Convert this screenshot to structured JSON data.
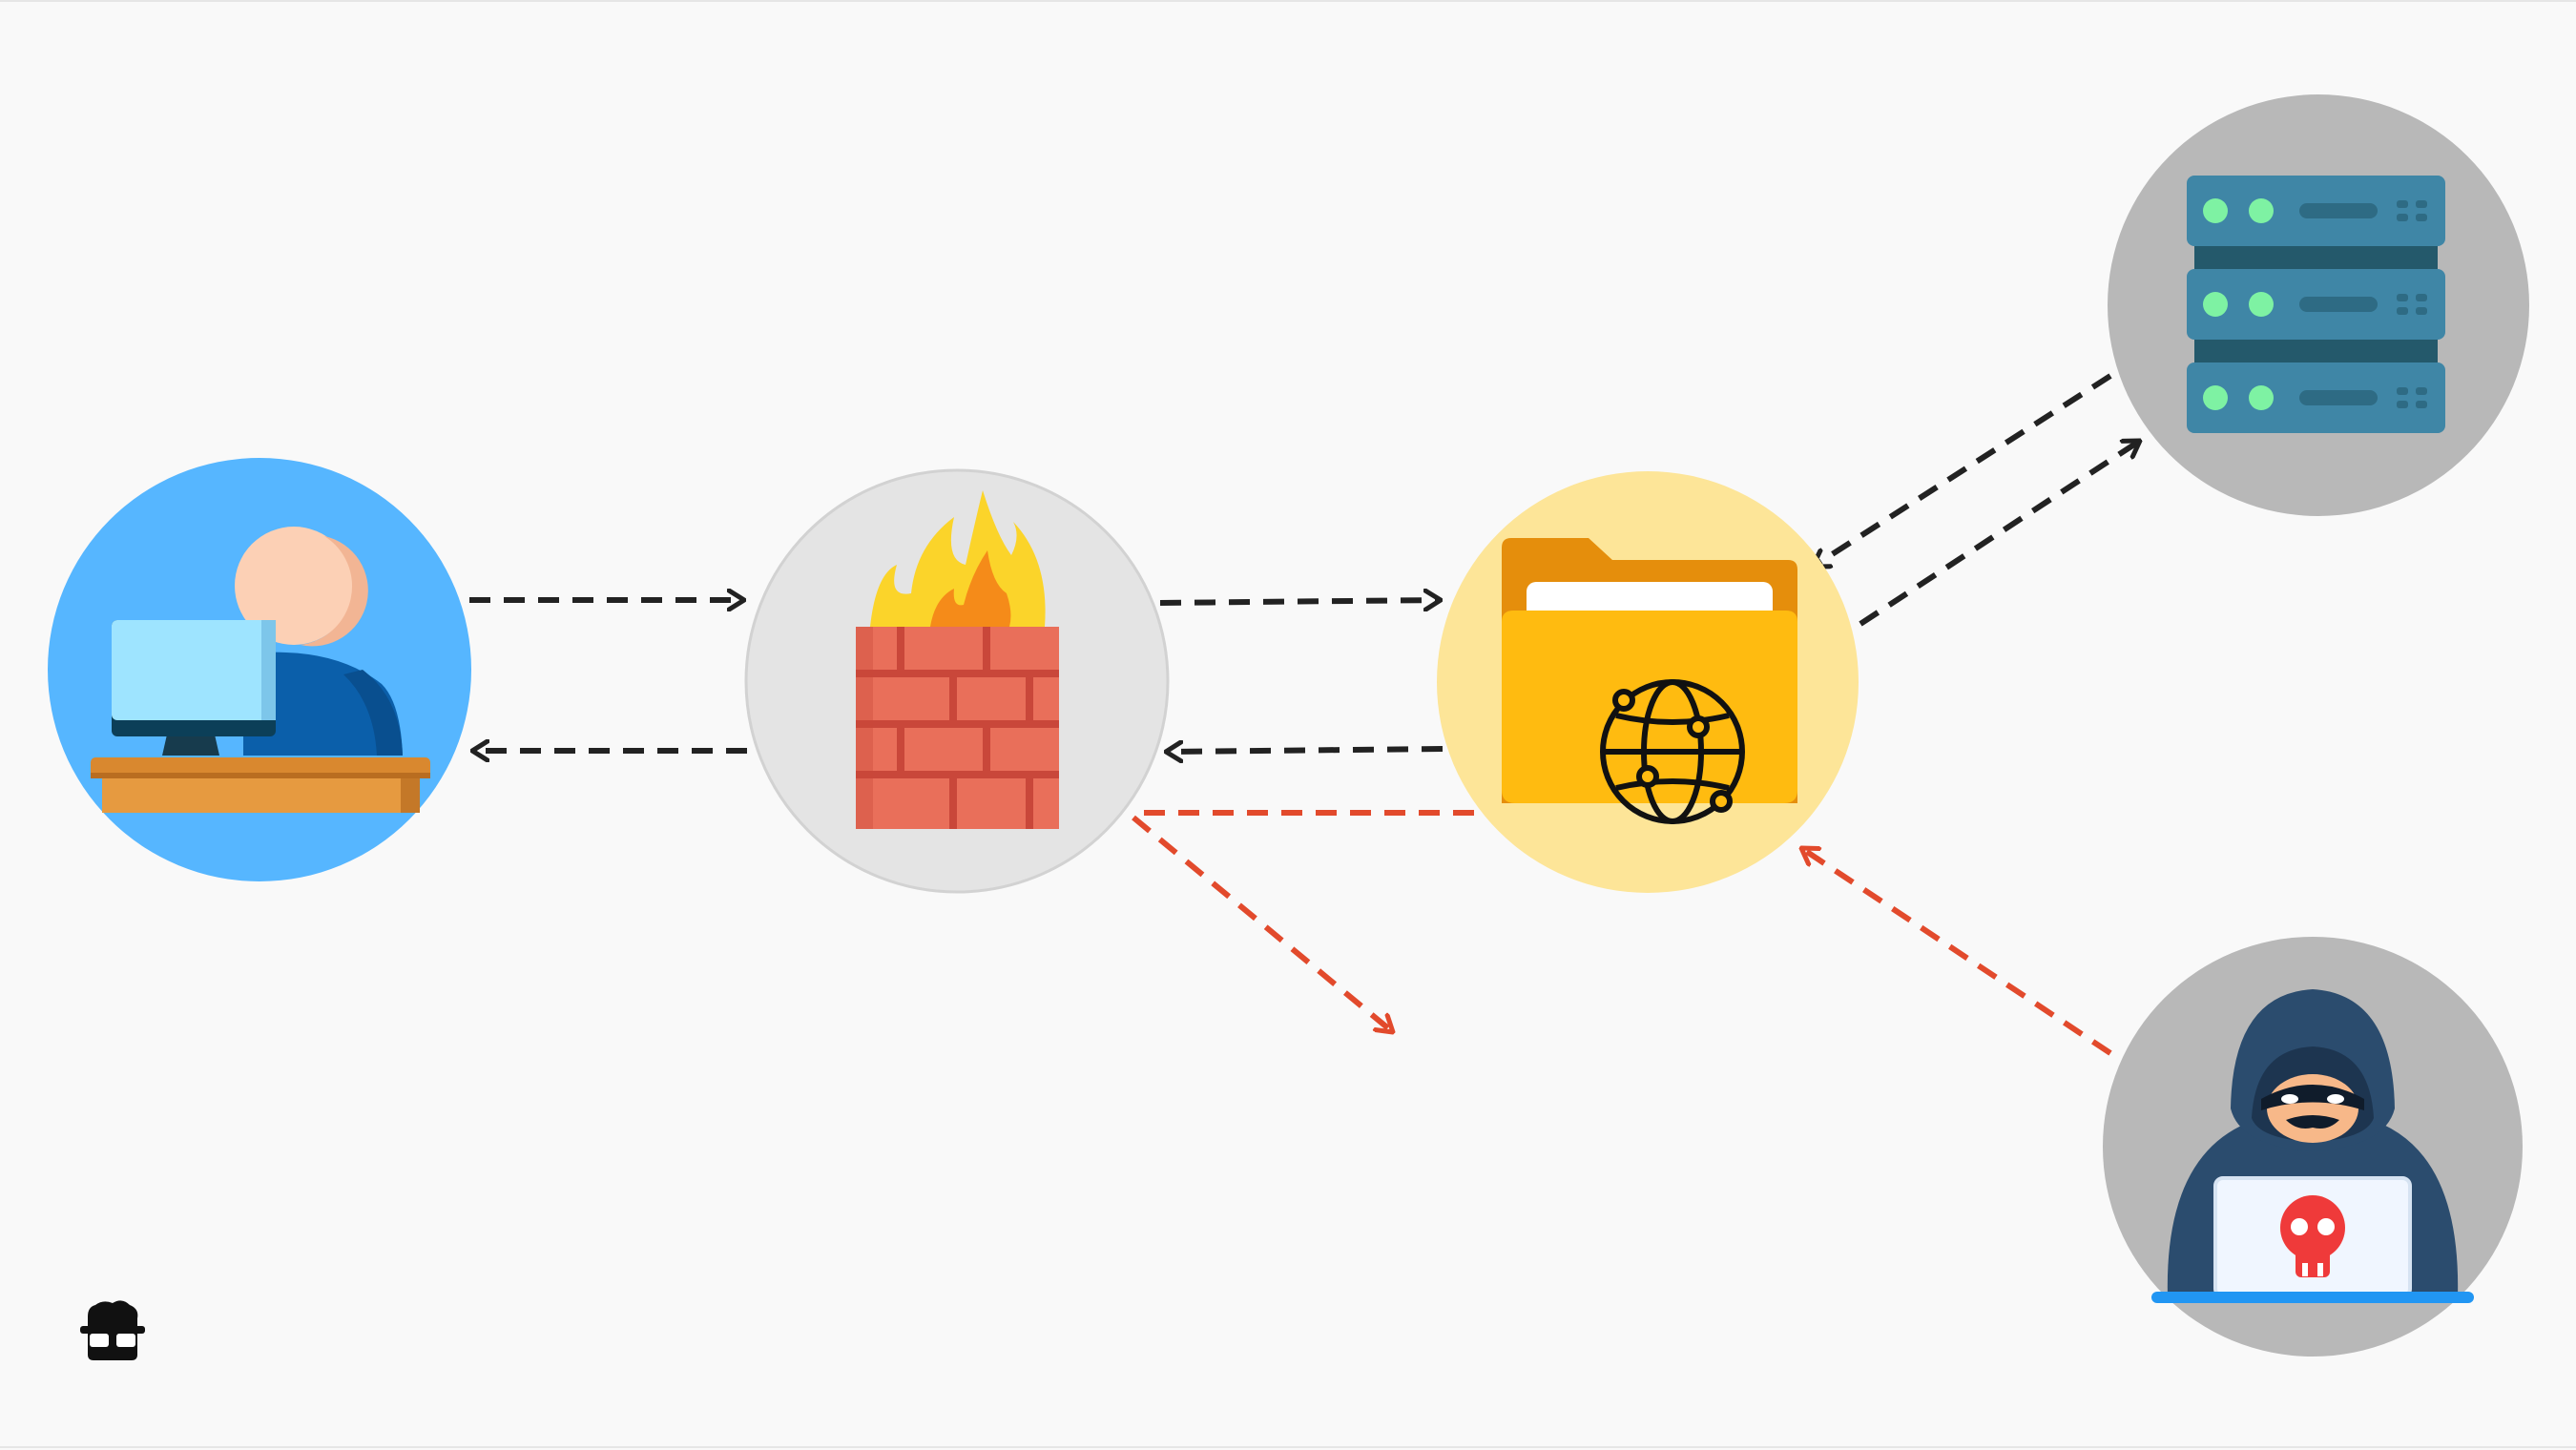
{
  "diagram": {
    "nodes": [
      {
        "id": "user",
        "icon": "user-at-computer-icon"
      },
      {
        "id": "firewall",
        "icon": "firewall-icon"
      },
      {
        "id": "proxy",
        "icon": "web-folder-icon"
      },
      {
        "id": "server",
        "icon": "server-rack-icon"
      },
      {
        "id": "attacker",
        "icon": "hacker-icon"
      }
    ],
    "edges": [
      {
        "from": "user",
        "to": "firewall",
        "kind": "request"
      },
      {
        "from": "firewall",
        "to": "user",
        "kind": "response"
      },
      {
        "from": "firewall",
        "to": "proxy",
        "kind": "request"
      },
      {
        "from": "proxy",
        "to": "firewall",
        "kind": "response"
      },
      {
        "from": "proxy",
        "to": "server",
        "kind": "request"
      },
      {
        "from": "server",
        "to": "proxy",
        "kind": "response"
      },
      {
        "from": "attacker",
        "to": "proxy",
        "kind": "malicious"
      },
      {
        "from": "proxy",
        "to": "firewall",
        "kind": "blocked",
        "deflected": true
      }
    ],
    "colors": {
      "background": "#f9f9f9",
      "normal_arrow": "#222222",
      "malicious_arrow": "#e24a2c",
      "user_circle": "#56b6ff",
      "firewall_circle": "#e4e4e4",
      "proxy_circle": "#fde598",
      "server_circle": "#b8b8b8",
      "attacker_circle": "#b8b8b8"
    },
    "logo": "nerd-glasses-logo-icon"
  }
}
